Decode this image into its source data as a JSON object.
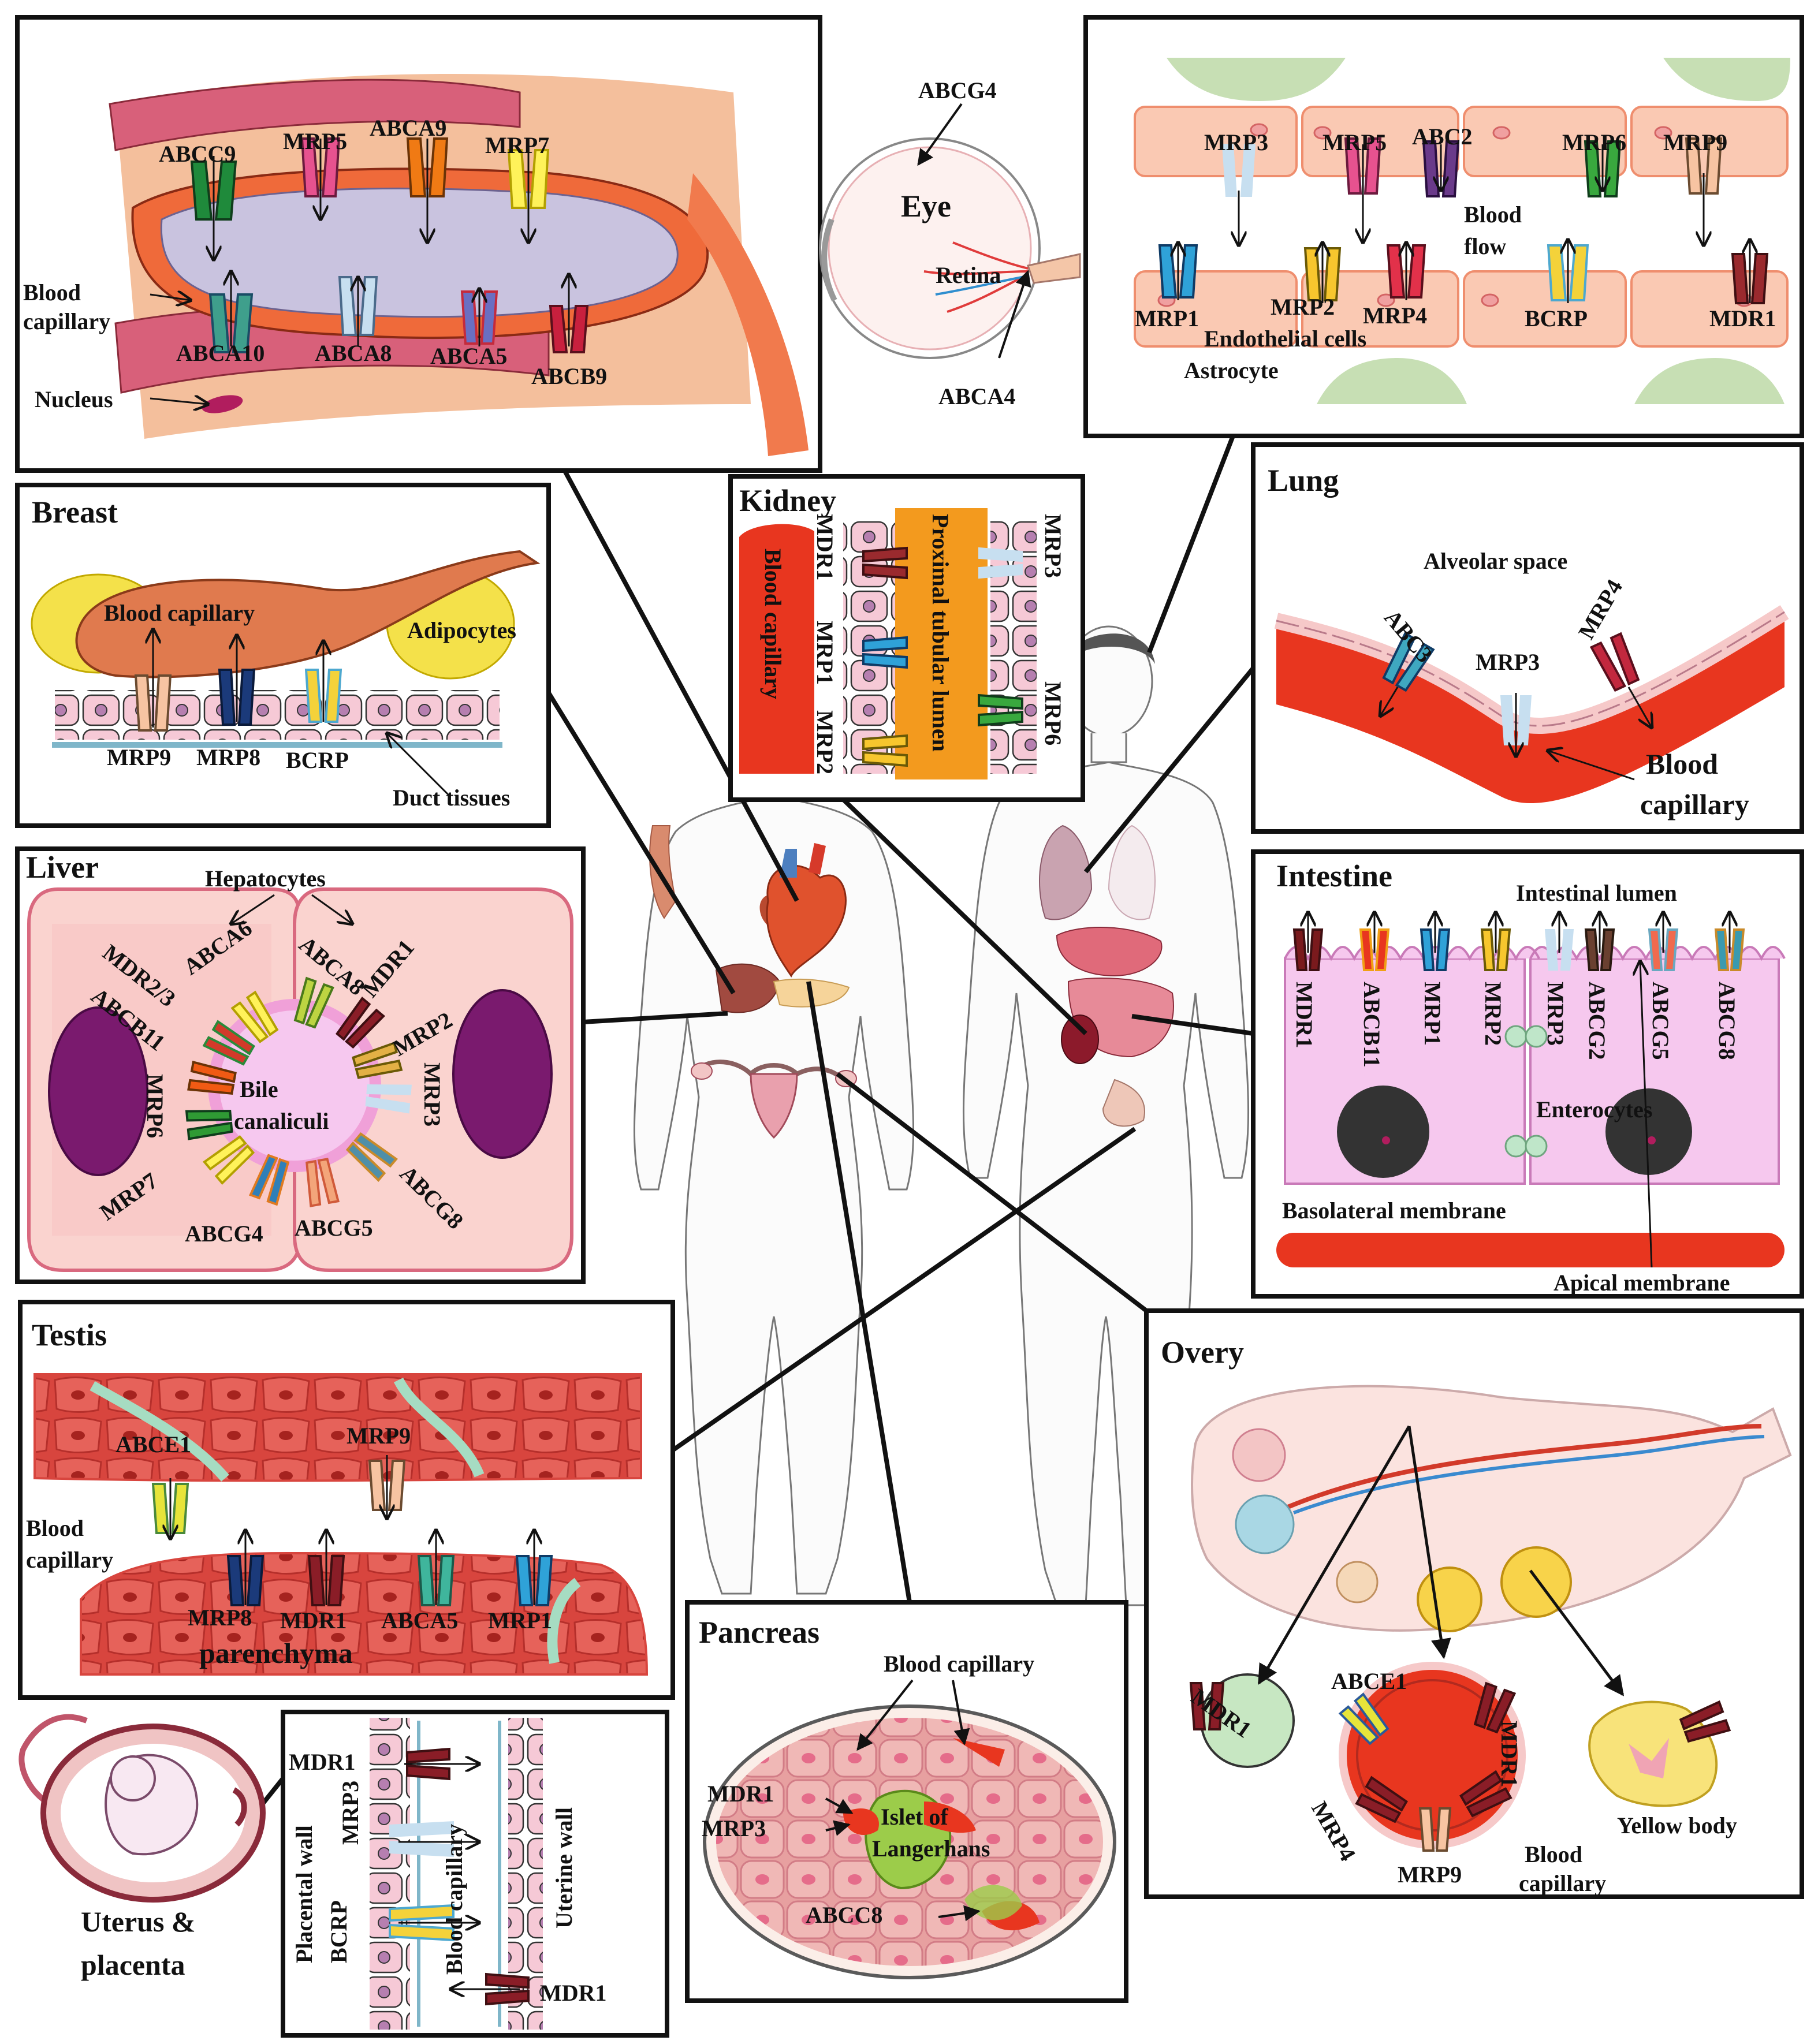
{
  "colors": {
    "muscle": "#d8607a",
    "muscle_light": "#f0a7a0",
    "vessel": "#ef6a3a",
    "capillary": "#c9c3df",
    "skin": "#fde9e4",
    "cell": "#f6c9c9",
    "cell_border": "#d9697f",
    "blood": "#e8361f",
    "tubule_orange": "#f39a1e",
    "fat_yellow": "#f4e14a",
    "purple": "#7a1a6e",
    "green_astro": "#c7dfb4",
    "frame": "#111111"
  },
  "panels": {
    "muscle": {
      "labels": [
        "ABCC9",
        "MRP5",
        "ABCA9",
        "MRP7",
        "Blood",
        "capillary",
        "ABCA10",
        "ABCA8",
        "ABCA5",
        "ABCB9",
        "Nucleus"
      ],
      "icons": [
        "transporter-green",
        "transporter-pink",
        "transporter-orange",
        "transporter-yellow",
        "transporter-teal",
        "transporter-lightblue",
        "transporter-steelblue",
        "transporter-red"
      ]
    },
    "eye": {
      "labels": [
        "ABCG4",
        "Eye",
        "Retina",
        "ABCA4"
      ]
    },
    "brain": {
      "labels": [
        "MRP3",
        "MRP5",
        "ABC2",
        "MRP6",
        "MRP9",
        "Blood",
        "flow",
        "MRP1",
        "MRP2",
        "MRP4",
        "BCRP",
        "MDR1",
        "Endothelial cells",
        "Astrocyte"
      ]
    },
    "breast": {
      "title": "Breast",
      "labels": [
        "Blood capillary",
        "Adipocytes",
        "MRP9",
        "MRP8",
        "BCRP",
        "Duct tissues"
      ]
    },
    "kidney": {
      "title": "Kidney",
      "labels": [
        "Blood capillary",
        "MDR1",
        "MRP1",
        "MRP2",
        "Proximal tubular lumen",
        "MRP3",
        "MRP6"
      ]
    },
    "lung": {
      "title": "Lung",
      "labels": [
        "Alveolar space",
        "ABC3",
        "MRP3",
        "MRP4",
        "Blood",
        "capillary"
      ]
    },
    "liver": {
      "title": "Liver",
      "labels": [
        "Hepatocytes",
        "ABCA6",
        "ABCA8",
        "MDR1",
        "MDR2/3",
        "ABCB11",
        "MRP2",
        "MRP3",
        "MRP6",
        "Bile",
        "canaliculi",
        "MRP7",
        "ABCG4",
        "ABCG5",
        "ABCG8"
      ]
    },
    "intestine": {
      "title": "Intestine",
      "labels": [
        "Intestinal lumen",
        "MDR1",
        "ABCB11",
        "MRP1",
        "MRP2",
        "MRP3",
        "ABCG2",
        "ABCG5",
        "ABCG8",
        "Enterocytes",
        "Basolateral membrane",
        "Apical membrane"
      ]
    },
    "testis": {
      "title": "Testis",
      "labels": [
        "ABCE1",
        "MRP9",
        "Blood",
        "capillary",
        "MRP8",
        "MDR1",
        "ABCA5",
        "MRP1",
        "parenchyma"
      ]
    },
    "ovary": {
      "title": "Overy",
      "labels": [
        "MDR1",
        "ABCE1",
        "MDR1",
        "MRP4",
        "MRP9",
        "Blood",
        "capillary",
        "Yellow body"
      ]
    },
    "pancreas": {
      "title": "Pancreas",
      "labels": [
        "Blood capillary",
        "MDR1",
        "MRP3",
        "Islet of",
        "Langerhans",
        "ABCC8"
      ]
    },
    "placenta": {
      "caption": [
        "Uterus &",
        "placenta"
      ],
      "labels": [
        "MDR1",
        "Placental wall",
        "BCRP",
        "MRP3",
        "Blood capillary",
        "Uterine wall",
        "MDR1"
      ]
    }
  }
}
